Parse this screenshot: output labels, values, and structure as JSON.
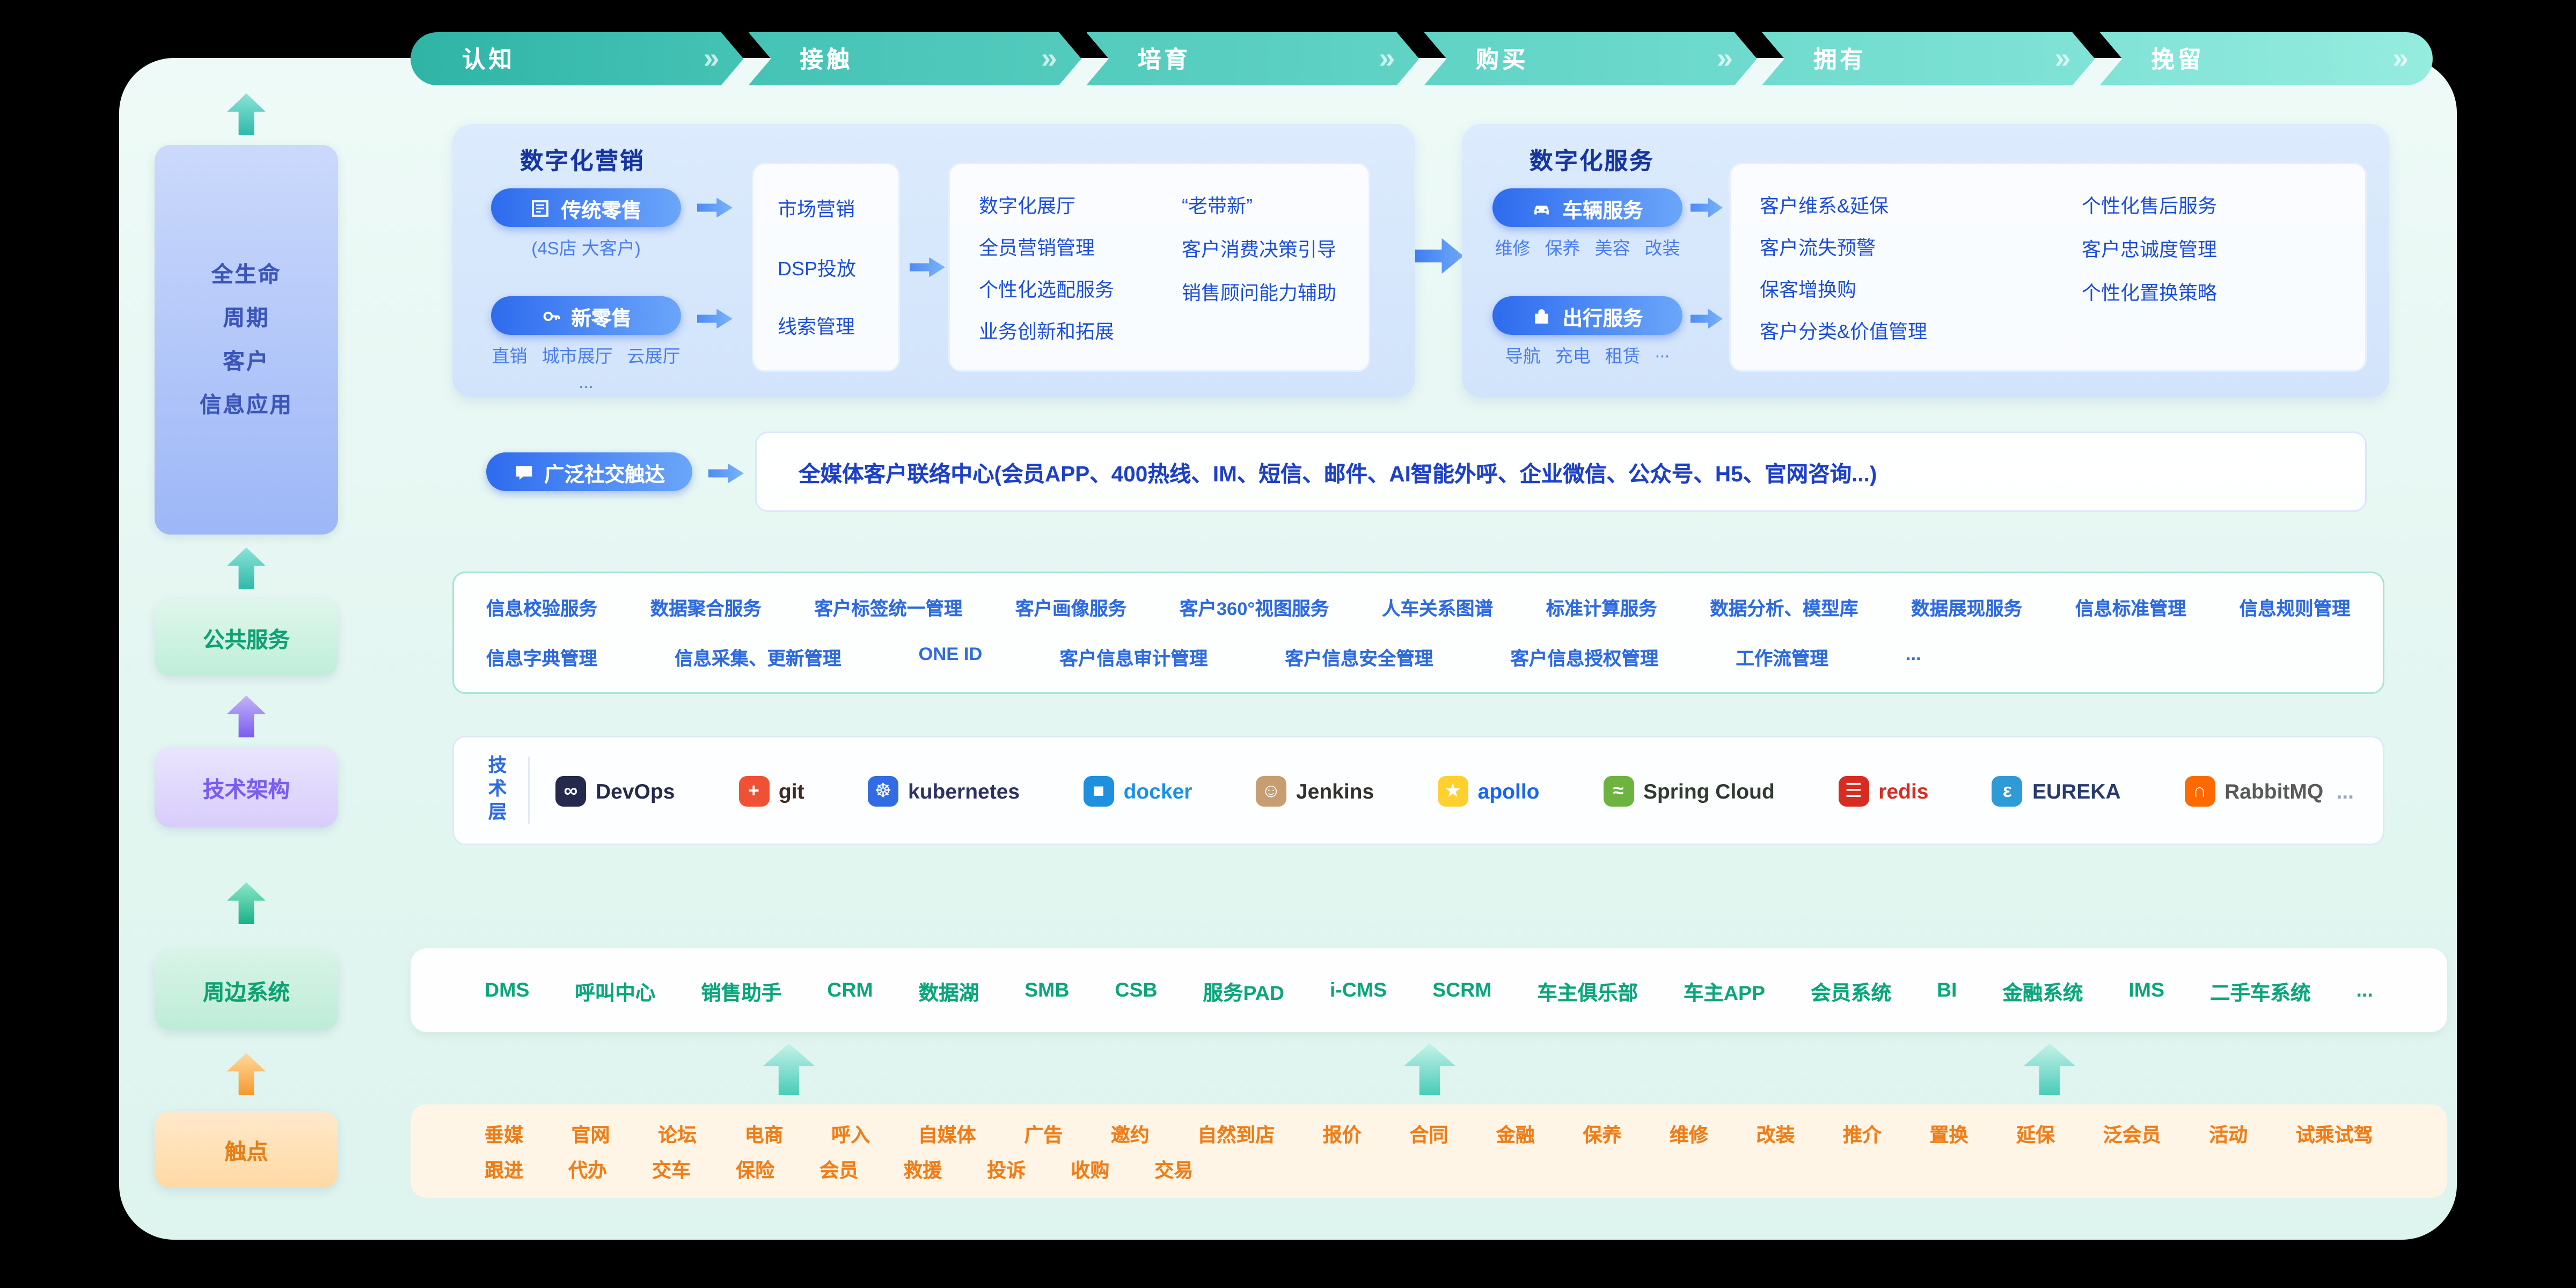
{
  "colors": {
    "ribbon_teal": "#4cc9bb",
    "primary_blue": "#2e6bee",
    "panel_blue": "#d7e8fc",
    "label_blue": "#1d4ed8",
    "public_service_blue": "#2e6ae0",
    "systems_green": "#0ba57c",
    "touchpoint_orange": "#ef7d18",
    "public_border_teal": "#a6e4d6"
  },
  "icons": {
    "ribbon_chevrons": "»",
    "flow_double_chevron": "»",
    "ellipsis": "..."
  },
  "journey": {
    "stages": [
      "认知",
      "接触",
      "培育",
      "购买",
      "拥有",
      "挽留"
    ]
  },
  "sidebar": {
    "lifecycle": "全生命\n周期\n客户\n信息应用",
    "public_services": "公共服务",
    "tech_architecture": "技术架构",
    "peripheral_systems": "周边系统",
    "touchpoints": "触点"
  },
  "marketing": {
    "title": "数字化营销",
    "traditional_retail": {
      "label": "传统零售",
      "sub": "(4S店  大客户)"
    },
    "new_retail": {
      "label": "新零售",
      "subs": [
        "直销",
        "城市展厅",
        "云展厅",
        "..."
      ]
    },
    "funnel": [
      "市场营销",
      "DSP投放",
      "线索管理"
    ],
    "capabilities_col1": [
      "数字化展厅",
      "全员营销管理",
      "个性化选配服务",
      "业务创新和拓展"
    ],
    "capabilities_col2": [
      "“老带新”",
      "客户消费决策引导",
      "销售顾问能力辅助"
    ]
  },
  "service": {
    "title": "数字化服务",
    "vehicle": {
      "label": "车辆服务",
      "subs": [
        "维修",
        "保养",
        "美容",
        "改装"
      ]
    },
    "travel": {
      "label": "出行服务",
      "subs": [
        "导航",
        "充电",
        "租赁",
        "..."
      ]
    },
    "capabilities_col1": [
      "客户维系&延保",
      "客户流失预警",
      "保客增换购",
      "客户分类&价值管理"
    ],
    "capabilities_col2": [
      "个性化售后服务",
      "客户忠诚度管理",
      "个性化置换策略"
    ]
  },
  "social": {
    "label": "广泛社交触达",
    "content": "全媒体客户联络中心(会员APP、400热线、IM、短信、邮件、AI智能外呼、企业微信、公众号、H5、官网咨询...)"
  },
  "public_services": {
    "row1": [
      "信息校验服务",
      "数据聚合服务",
      "客户标签统一管理",
      "客户画像服务",
      "客户360°视图服务",
      "人车关系图谱",
      "标准计算服务",
      "数据分析、模型库",
      "数据展现服务",
      "信息标准管理",
      "信息规则管理"
    ],
    "row2": [
      "信息字典管理",
      "信息采集、更新管理",
      "ONE ID",
      "客户信息审计管理",
      "客户信息安全管理",
      "客户信息授权管理",
      "工作流管理",
      "..."
    ]
  },
  "tech": {
    "layer_label": "技术层",
    "logos": [
      {
        "name": "DevOps",
        "icon": "∞",
        "iconBg": "#252a4d",
        "color": "#252a4d"
      },
      {
        "name": "git",
        "icon": "+",
        "iconBg": "#f05033",
        "color": "#3d2c23"
      },
      {
        "name": "kubernetes",
        "icon": "☸",
        "iconBg": "#326ce5",
        "color": "#2e3262"
      },
      {
        "name": "docker",
        "icon": "■",
        "iconBg": "#1d90e0",
        "color": "#1d90e0"
      },
      {
        "name": "Jenkins",
        "icon": "☺",
        "iconBg": "#c79e71",
        "color": "#33302b"
      },
      {
        "name": "apollo",
        "icon": "★",
        "iconBg": "#ffd02e",
        "color": "#1866f0"
      },
      {
        "name": "Spring Cloud",
        "icon": "≈",
        "iconBg": "#6db33f",
        "color": "#2f3a30"
      },
      {
        "name": "redis",
        "icon": "☰",
        "iconBg": "#d82c20",
        "color": "#d82c20"
      },
      {
        "name": "EUREKA",
        "icon": "ε",
        "iconBg": "#2e9bd6",
        "color": "#283a6d"
      },
      {
        "name": "RabbitMQ",
        "icon": "∩",
        "iconBg": "#ff6a00",
        "color": "#5a5a5a"
      }
    ],
    "more": "..."
  },
  "systems": {
    "items": [
      "DMS",
      "呼叫中心",
      "销售助手",
      "CRM",
      "数据湖",
      "SMB",
      "CSB",
      "服务PAD",
      "i-CMS",
      "SCRM",
      "车主俱乐部",
      "车主APP",
      "会员系统",
      "BI",
      "金融系统",
      "IMS",
      "二手车系统",
      "..."
    ]
  },
  "touchpoints": {
    "row1": [
      "垂媒",
      "官网",
      "论坛",
      "电商",
      "呼入",
      "自媒体",
      "广告",
      "邀约",
      "自然到店",
      "报价",
      "合同",
      "金融",
      "保养",
      "维修",
      "改装",
      "推介",
      "置换",
      "延保",
      "泛会员",
      "活动",
      "试乘试驾"
    ],
    "row2": [
      "跟进",
      "代办",
      "交车",
      "保险",
      "会员",
      "救援",
      "投诉",
      "收购",
      "交易"
    ]
  }
}
